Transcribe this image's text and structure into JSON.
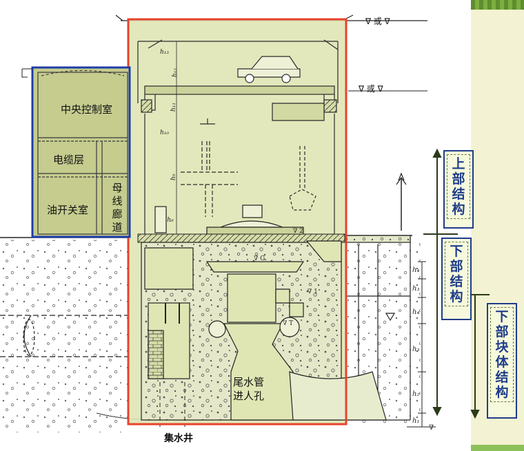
{
  "labels": {
    "central_control": "中央控制室",
    "cable_floor": "电缆层",
    "oil_switch": "油开关室",
    "bus_gallery": [
      "母",
      "线",
      "廊",
      "道"
    ],
    "draft_tube_access": [
      "尾水管",
      "进人孔"
    ],
    "sump_well": "集水井",
    "ground_marker": "∇ 或 ∇",
    "crane_marker": "∇ 或 ∇"
  },
  "side_boxes": {
    "upper_structure": [
      "上",
      "部",
      "结",
      "构"
    ],
    "lower_structure": [
      "下",
      "部",
      "结",
      "构"
    ],
    "lower_block_structure": [
      "下",
      "部",
      "块",
      "体",
      "结",
      "构"
    ]
  },
  "colors": {
    "red_outline": "#e8422c",
    "blue_outline": "#1f3da8",
    "overlay_fill": "#dfe6b4",
    "side_band": "#f3f2d2",
    "green_stripe": "#6a9e34"
  }
}
